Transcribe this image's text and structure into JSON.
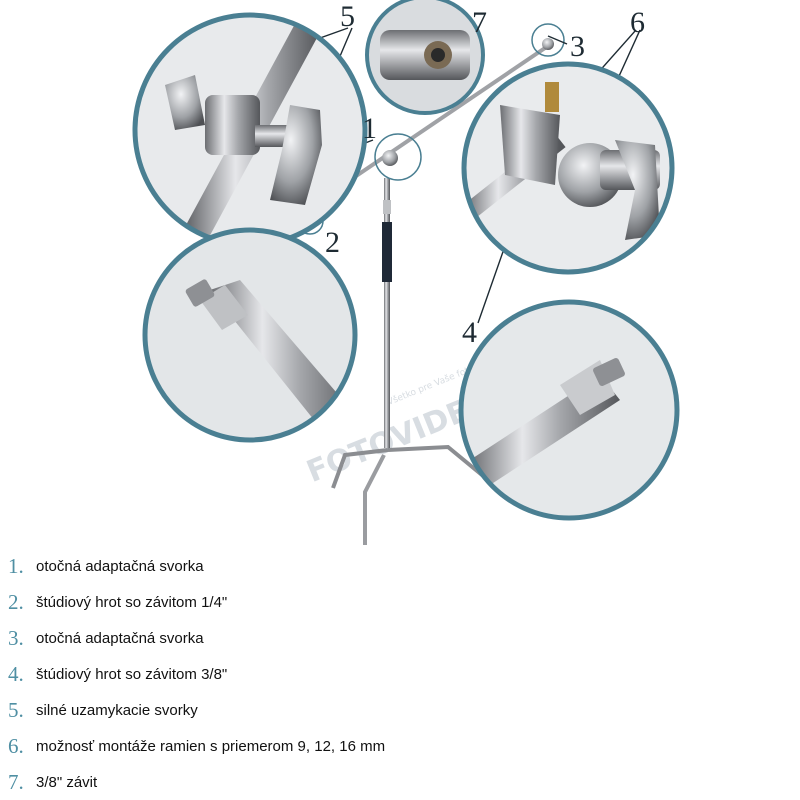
{
  "callouts": [
    "1",
    "2",
    "3",
    "4",
    "5",
    "6",
    "7"
  ],
  "watermark": {
    "main": "FOTOVIDEOSHOP",
    "sub": "Všetko pre Vaše foto"
  },
  "legend": [
    {
      "num": "1.",
      "text": "otočná adaptačná svorka"
    },
    {
      "num": "2.",
      "text": "štúdiový hrot so závitom 1/4\""
    },
    {
      "num": "3.",
      "text": "otočná adaptačná svorka"
    },
    {
      "num": "4.",
      "text": "štúdiový hrot so závitom 3/8\""
    },
    {
      "num": "5.",
      "text": "silné uzamykacie svorky"
    },
    {
      "num": "6.",
      "text": "možnosť montáže ramien s priemerom 9, 12, 16 mm"
    },
    {
      "num": "7.",
      "text": "3/8\" závit"
    }
  ],
  "colors": {
    "ring": "#4a7f92",
    "accent": "#4f8fa3",
    "text": "#111111"
  }
}
